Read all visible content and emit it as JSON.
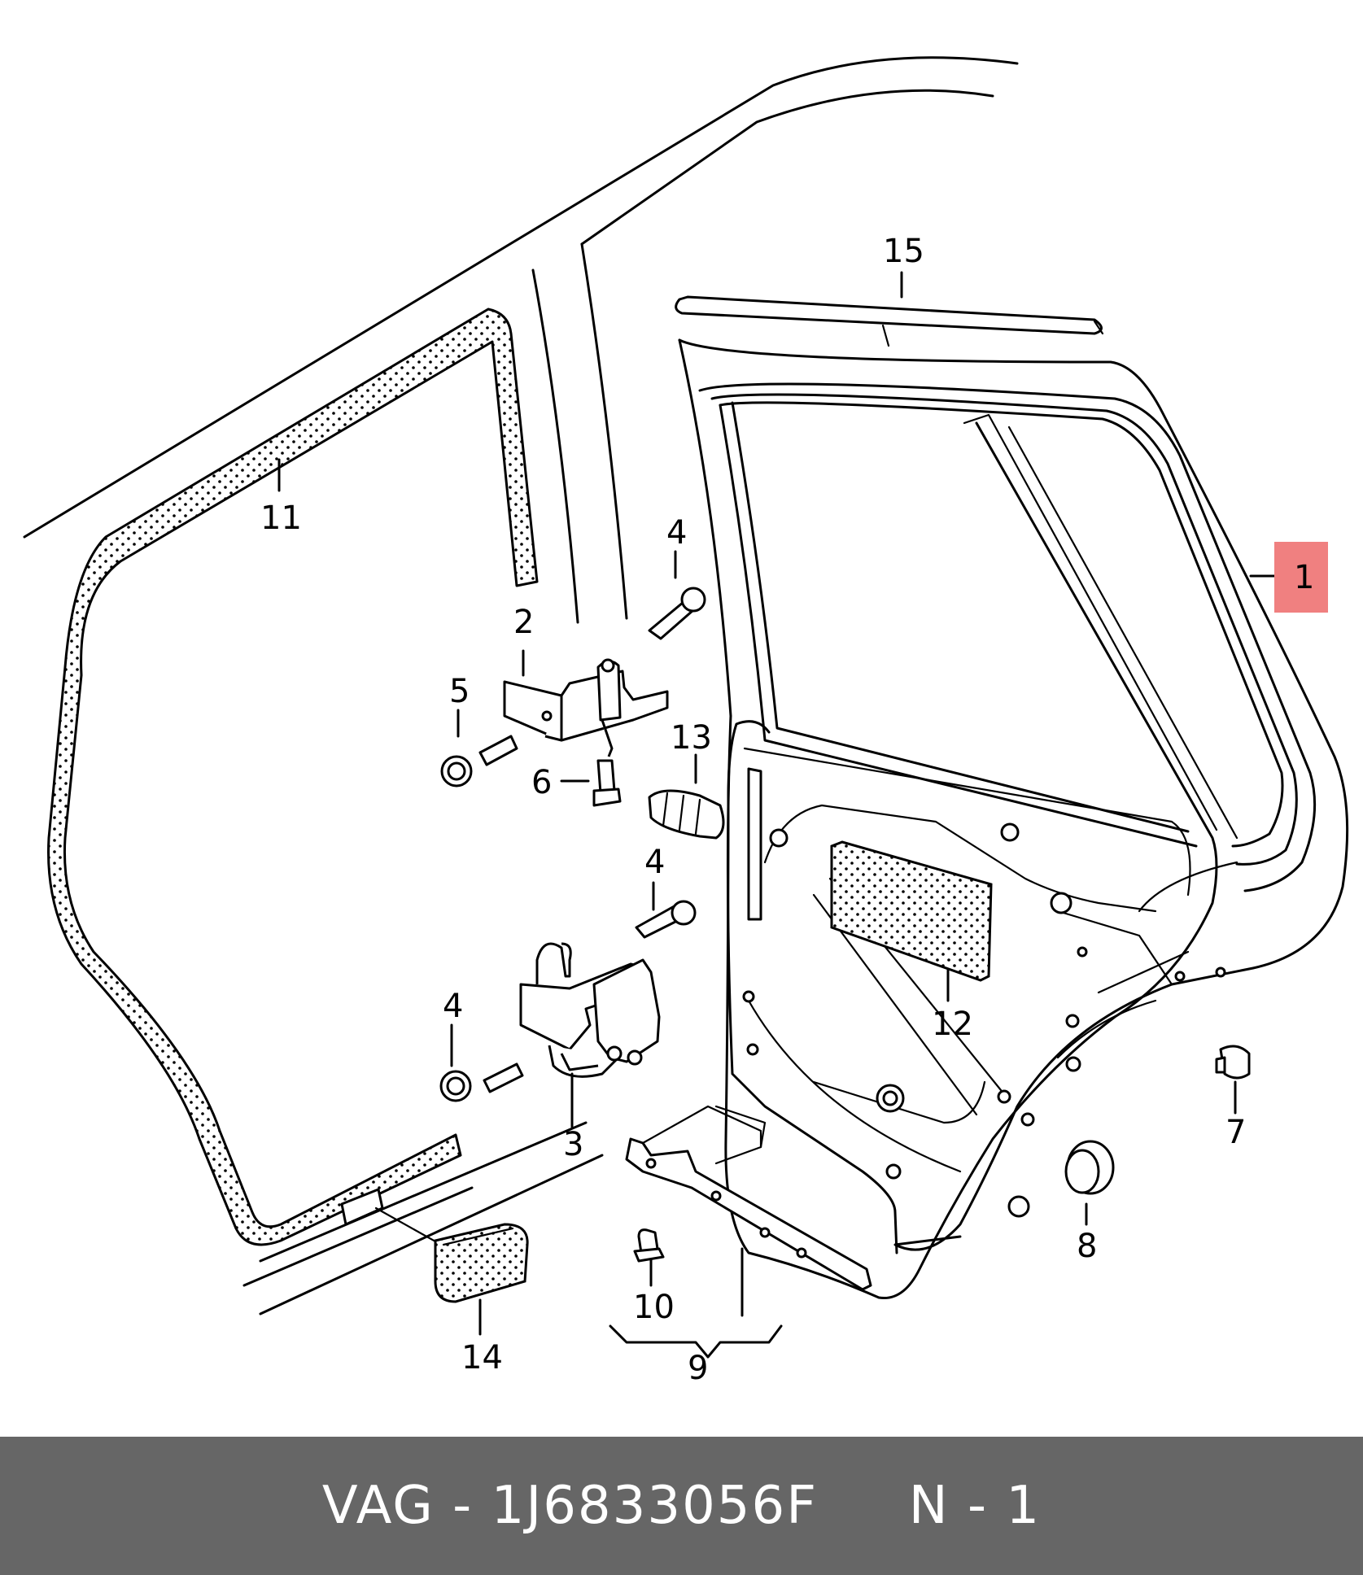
{
  "diagram": {
    "labels": {
      "p1": "1",
      "p2": "2",
      "p3": "3",
      "p4a": "4",
      "p4b": "4",
      "p4c": "4",
      "p5": "5",
      "p6": "6",
      "p7": "7",
      "p8": "8",
      "p9": "9",
      "p10": "10",
      "p11": "11",
      "p12": "12",
      "p13": "13",
      "p14": "14",
      "p15": "15"
    },
    "highlight_color": "#f08080"
  },
  "footer": {
    "text": "VAG - 1J6833056F     N - 1",
    "background": "#666666",
    "color": "#ffffff"
  }
}
